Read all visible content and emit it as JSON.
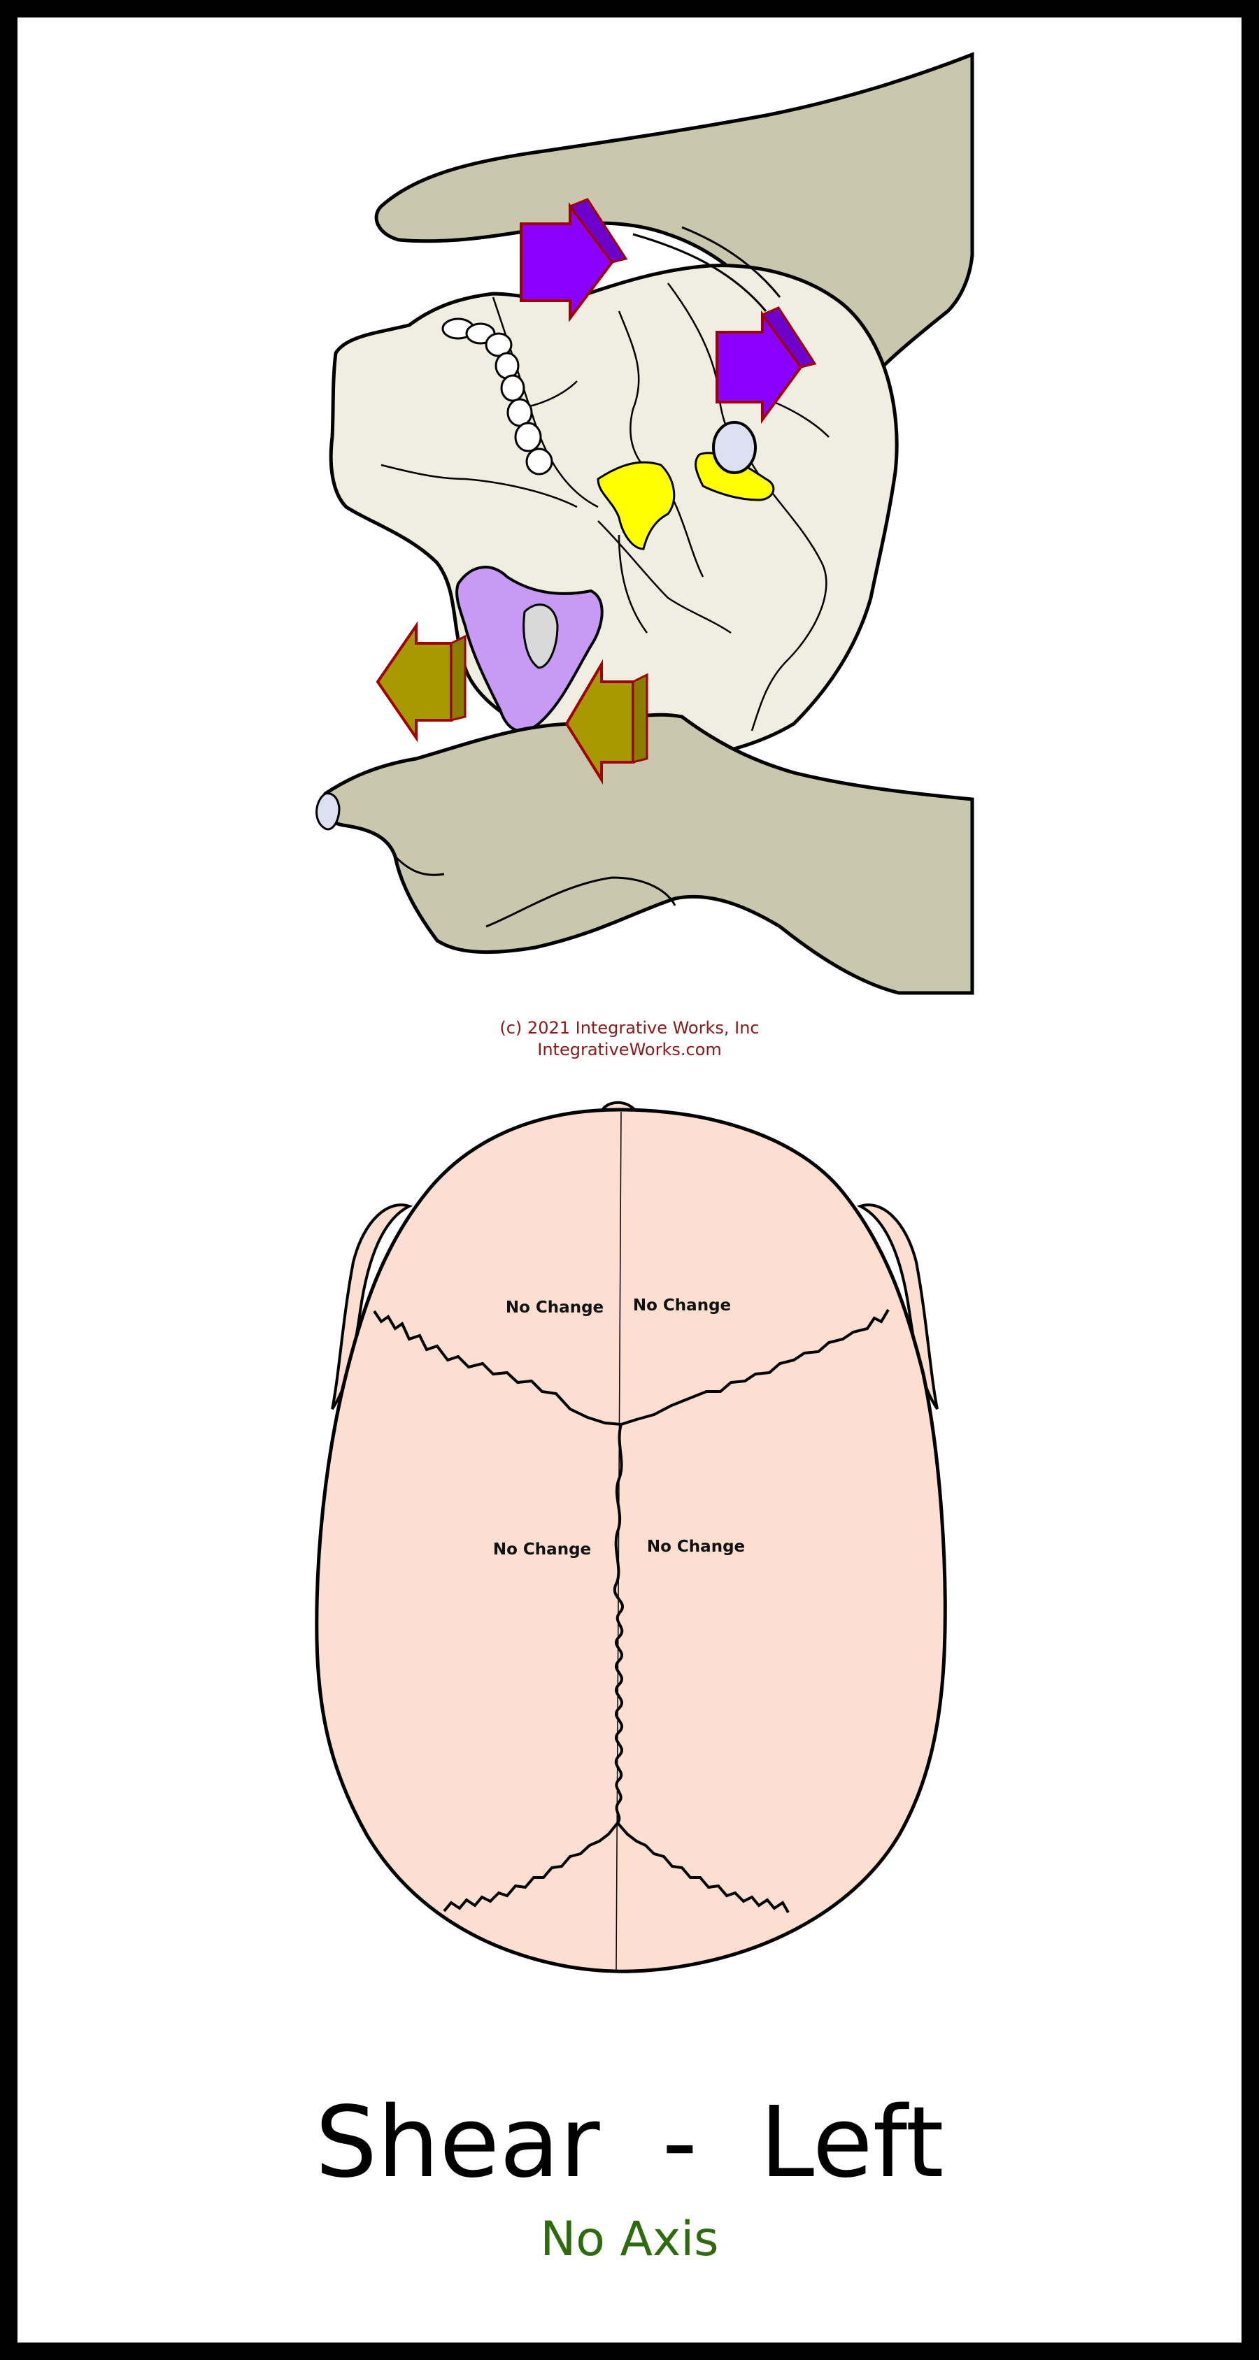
{
  "copyright": {
    "line1": "(c) 2021 Integrative Works, Inc",
    "line2": "IntegrativeWorks.com"
  },
  "vault_labels": {
    "front_left": "No Change",
    "front_right": "No Change",
    "rear_left": "No Change",
    "rear_right": "No Change"
  },
  "title": "Shear  -  Left",
  "subtitle": "No Axis",
  "colors": {
    "hand": "#c9c7ad",
    "skull": "#efeee0",
    "sphenoid": "#ffff00",
    "maxilla": "#c79bf5",
    "arrow_push": "#8a00ff",
    "arrow_pull": "#a89900",
    "arrow_outline": "#a00000",
    "vault_fill": "#fcdfd0",
    "copyright_text": "#8b1a1a",
    "subtitle_text": "#2e6b0e"
  },
  "icons": {
    "push_arrows": "right-arrow-icon",
    "pull_arrows": "left-arrow-icon"
  }
}
